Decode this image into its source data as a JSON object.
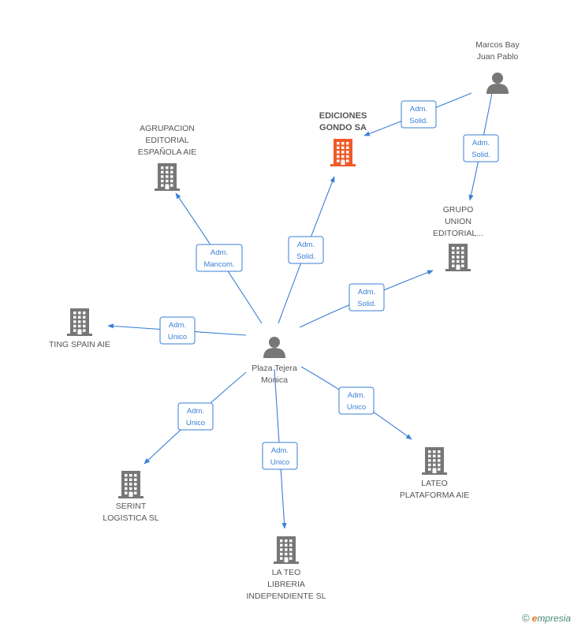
{
  "colors": {
    "edge": "#3a7fd5",
    "company": "#777777",
    "focus_company": "#f05a28",
    "person": "#777777",
    "label": "#555555"
  },
  "nodes": [
    {
      "id": "marcos",
      "kind": "person",
      "lines": [
        "Marcos Bay",
        "Juan Pablo"
      ],
      "icon": "person-icon"
    },
    {
      "id": "ediciones",
      "kind": "company",
      "focus": true,
      "lines": [
        "EDICIONES",
        "GONDO SA"
      ],
      "icon": "building-icon"
    },
    {
      "id": "agrupacion",
      "kind": "company",
      "lines": [
        "AGRUPACION",
        "EDITORIAL",
        "ESPAÑOLA AIE"
      ],
      "icon": "building-icon"
    },
    {
      "id": "grupo",
      "kind": "company",
      "lines": [
        "GRUPO",
        "UNION",
        "EDITORIAL..."
      ],
      "icon": "building-icon"
    },
    {
      "id": "ting",
      "kind": "company",
      "lines": [
        "TING SPAIN AIE"
      ],
      "icon": "building-icon"
    },
    {
      "id": "plaza",
      "kind": "person",
      "lines": [
        "Plaza Tejera",
        "Monica"
      ],
      "icon": "person-icon"
    },
    {
      "id": "serint",
      "kind": "company",
      "lines": [
        "SERINT",
        "LOGISTICA SL"
      ],
      "icon": "building-icon"
    },
    {
      "id": "lateo",
      "kind": "company",
      "lines": [
        "LATEO",
        "PLATAFORMA AIE"
      ],
      "icon": "building-icon"
    },
    {
      "id": "lateo_libreria",
      "kind": "company",
      "lines": [
        "LA TEO",
        "LIBRERIA",
        "INDEPENDIENTE SL"
      ],
      "icon": "building-icon"
    }
  ],
  "edges": [
    {
      "id": "e1",
      "from": "marcos",
      "to": "ediciones",
      "lines": [
        "Adm.",
        "Solid."
      ]
    },
    {
      "id": "e2",
      "from": "marcos",
      "to": "grupo",
      "lines": [
        "Adm.",
        "Solid."
      ]
    },
    {
      "id": "e3",
      "from": "plaza",
      "to": "agrupacion",
      "lines": [
        "Adm.",
        "Mancom."
      ]
    },
    {
      "id": "e4",
      "from": "plaza",
      "to": "ediciones",
      "lines": [
        "Adm.",
        "Solid."
      ]
    },
    {
      "id": "e5",
      "from": "plaza",
      "to": "grupo",
      "lines": [
        "Adm.",
        "Solid."
      ]
    },
    {
      "id": "e6",
      "from": "plaza",
      "to": "ting",
      "lines": [
        "Adm.",
        "Unico"
      ]
    },
    {
      "id": "e7",
      "from": "plaza",
      "to": "serint",
      "lines": [
        "Adm.",
        "Unico"
      ]
    },
    {
      "id": "e8",
      "from": "plaza",
      "to": "lateo_libreria",
      "lines": [
        "Adm.",
        "Unico"
      ]
    },
    {
      "id": "e9",
      "from": "plaza",
      "to": "lateo",
      "lines": [
        "Adm.",
        "Unico"
      ]
    }
  ],
  "brand": {
    "copyright": "©",
    "first_letter": "e",
    "rest": "mpresia"
  }
}
